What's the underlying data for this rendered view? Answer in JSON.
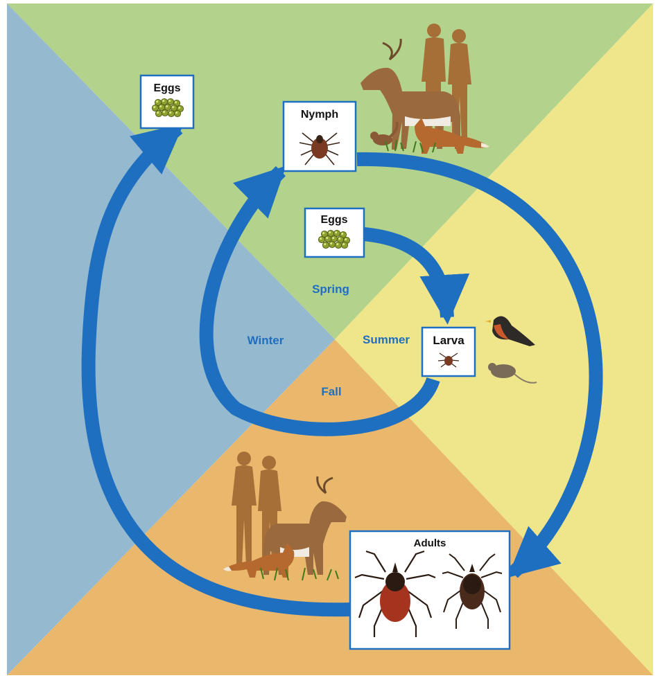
{
  "seasons": {
    "spring": "Spring",
    "summer": "Summer",
    "fall": "Fall",
    "winter": "Winter"
  },
  "stages": {
    "eggs_top": "Eggs",
    "nymph": "Nymph",
    "eggs_center": "Eggs",
    "larva": "Larva",
    "adults": "Adults"
  },
  "colors": {
    "spring_bg": "#b3d28b",
    "summer_bg": "#efe68c",
    "fall_bg": "#e9b86c",
    "winter_bg": "#95b9cf",
    "arrow": "#1f6fc1",
    "season_text": "#1f6fc1",
    "box_border": "#1f6fc1",
    "silhouette": "#a66f38"
  },
  "icons": [
    "egg-cluster-icon",
    "tick-nymph-icon",
    "tick-larva-icon",
    "tick-adult-female-icon",
    "tick-adult-male-icon",
    "deer-icon",
    "fox-icon",
    "chipmunk-icon",
    "human-silhouette-icon",
    "robin-icon",
    "mouse-icon",
    "grass-icon"
  ]
}
